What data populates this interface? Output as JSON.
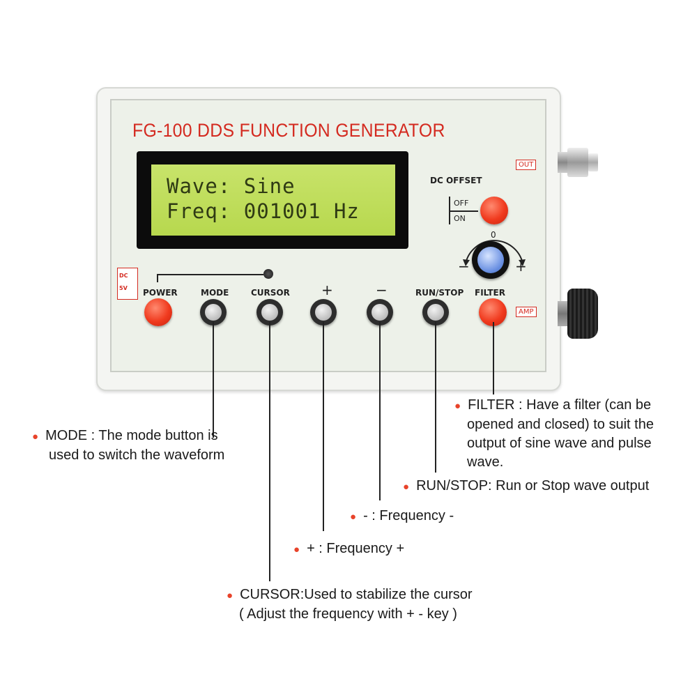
{
  "device": {
    "title": "FG-100 DDS FUNCTION GENERATOR",
    "lcd_line1": "Wave: Sine",
    "lcd_line2": "Freq: 001001 Hz",
    "out_tag": "OUT",
    "amp_tag": "AMP",
    "dc_offset_label": "DC OFFSET",
    "off_label": "OFF",
    "on_label": "ON",
    "knob_zero": "0",
    "knob_minus": "−",
    "knob_plus": "+",
    "power_jack_dc": "DC",
    "power_jack_5v": "5V",
    "buttons": [
      {
        "label": "POWER"
      },
      {
        "label": "MODE"
      },
      {
        "label": "CURSOR"
      },
      {
        "label": "+"
      },
      {
        "label": "−"
      },
      {
        "label": "RUN/STOP"
      },
      {
        "label": "FILTER"
      }
    ]
  },
  "annotations": {
    "filter": [
      "FILTER : Have a filter (can be",
      "opened and closed) to suit the",
      "output of sine wave and pulse",
      "wave."
    ],
    "mode": [
      "MODE : The mode button is",
      "used to switch the waveform"
    ],
    "run_stop": "RUN/STOP: Run or Stop wave output",
    "minus": "- : Frequency -",
    "plus": "+ : Frequency +",
    "cursor": [
      "CURSOR:Used to stabilize the cursor",
      "( Adjust the frequency with + - key )"
    ]
  },
  "colors": {
    "accent_red": "#d42a20",
    "lcd_green": "#bcdc55",
    "bullet": "#e8432a"
  }
}
